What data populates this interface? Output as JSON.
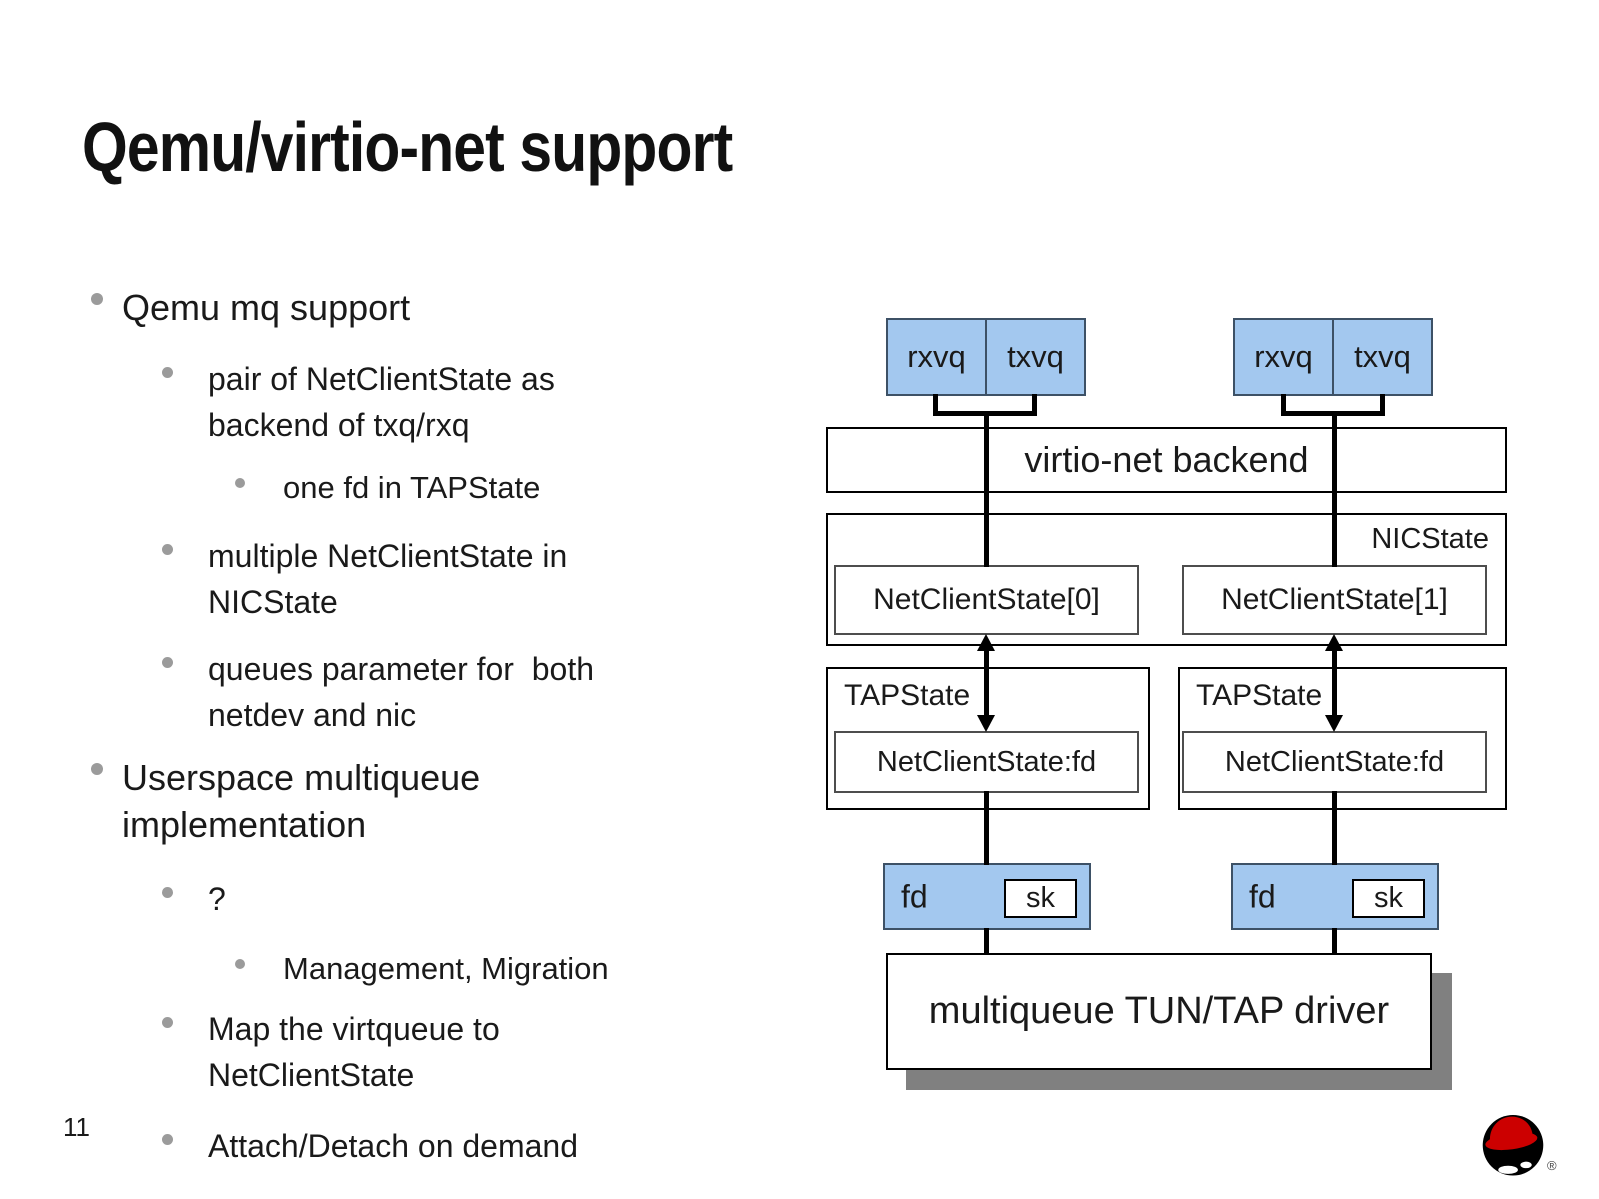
{
  "slide": {
    "title": "Qemu/virtio-net support",
    "page_number": "11"
  },
  "bullets": [
    {
      "level": 1,
      "text": "Qemu mq support"
    },
    {
      "level": 2,
      "text": "pair of NetClientState as\nbackend of txq/rxq"
    },
    {
      "level": 3,
      "text": "one fd in TAPState"
    },
    {
      "level": 2,
      "text": "multiple NetClientState in\nNICState"
    },
    {
      "level": 2,
      "text": "queues parameter for  both\nnetdev and nic"
    },
    {
      "level": 1,
      "text": "Userspace multiqueue\nimplementation"
    },
    {
      "level": 2,
      "text": "?"
    },
    {
      "level": 3,
      "text": "Management, Migration"
    },
    {
      "level": 2,
      "text": "Map the virtqueue to\nNetClientState"
    },
    {
      "level": 2,
      "text": "Attach/Detach on demand"
    }
  ],
  "diagram": {
    "vq_pairs": [
      {
        "rx": "rxvq",
        "tx": "txvq"
      },
      {
        "rx": "rxvq",
        "tx": "txvq"
      }
    ],
    "backend_label": "virtio-net backend",
    "nicstate_label": "NICState",
    "netclientstates": [
      "NetClientState[0]",
      "NetClientState[1]"
    ],
    "tapstates": [
      {
        "label": "TAPState",
        "inner": "NetClientState:fd"
      },
      {
        "label": "TAPState",
        "inner": "NetClientState:fd"
      }
    ],
    "fd_boxes": [
      {
        "fd": "fd",
        "sk": "sk"
      },
      {
        "fd": "fd",
        "sk": "sk"
      }
    ],
    "driver_label": "multiqueue TUN/TAP driver",
    "colors": {
      "queue_blue": "#a3c8ef",
      "shadow_gray": "#808080",
      "logo_red": "#cc0000"
    }
  },
  "logo": {
    "registered_mark": "®"
  }
}
